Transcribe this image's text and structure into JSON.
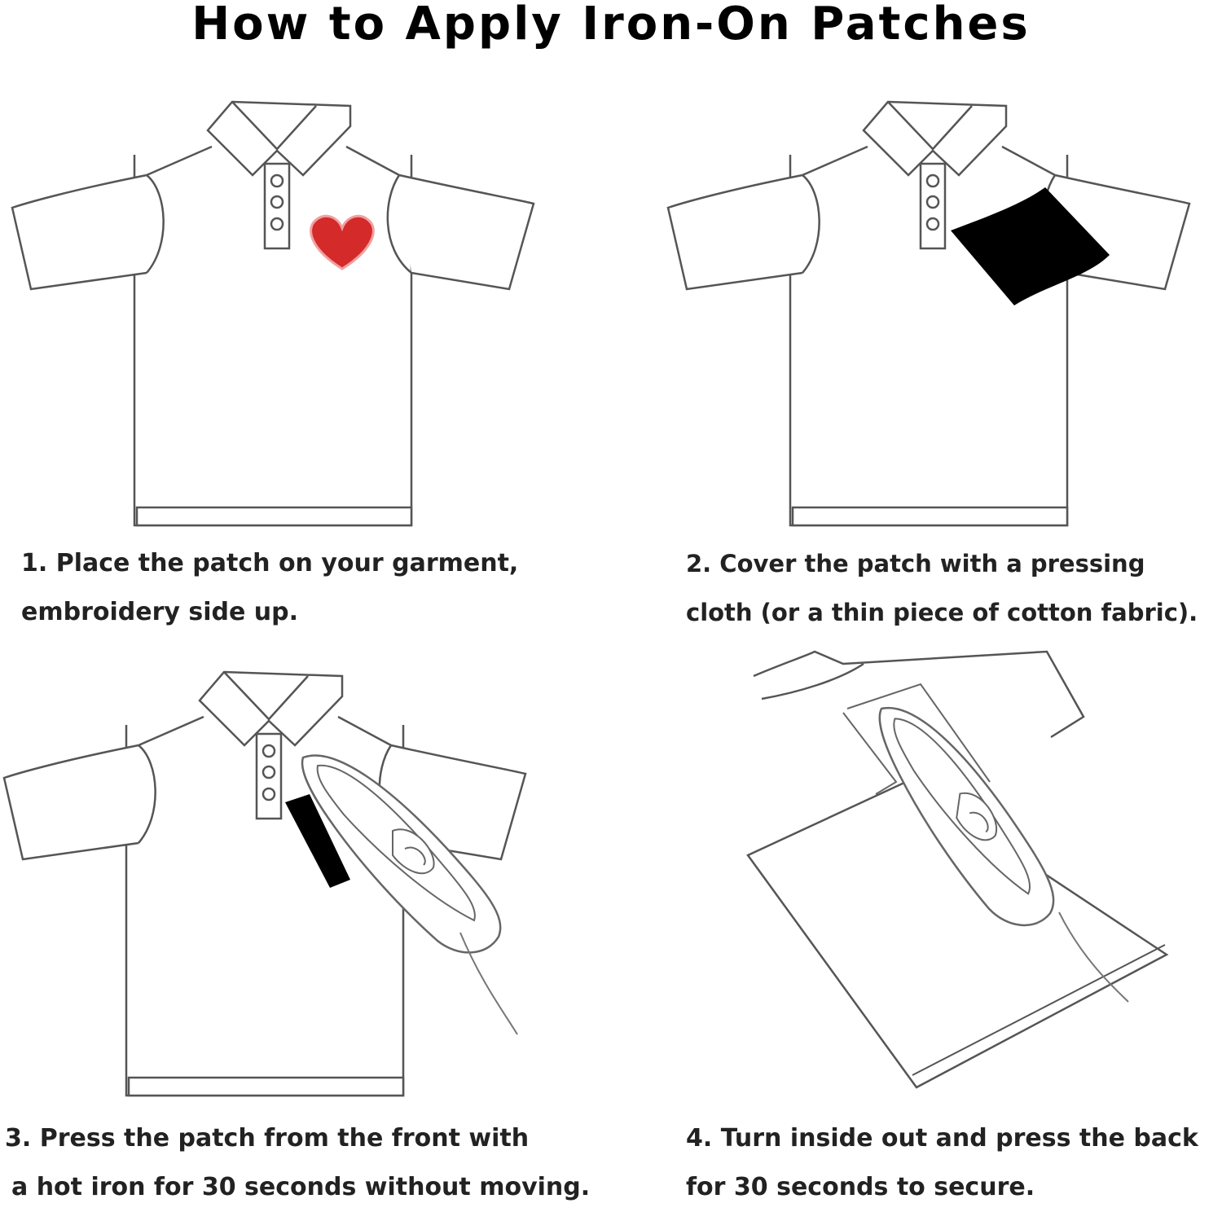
{
  "title": "How to Apply Iron-On Patches",
  "colors": {
    "outline": "#555555",
    "patch_heart": "#d42a2a",
    "pressing_cloth": "#000000"
  },
  "steps": [
    {
      "line1": "1. Place the patch on your garment,",
      "line2": "embroidery side up."
    },
    {
      "line1": "2. Cover the patch with a pressing",
      "line2": "cloth (or a thin piece of cotton fabric)."
    },
    {
      "line1": "3. Press the patch from the front with",
      "line2": "a hot iron for 30 seconds without moving."
    },
    {
      "line1": "4. Turn inside out and press the back",
      "line2": "for 30 seconds to secure."
    }
  ]
}
